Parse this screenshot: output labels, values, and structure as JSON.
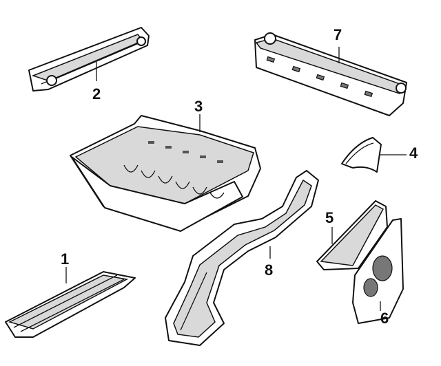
{
  "diagram": {
    "labels": {
      "p1": "1",
      "p2": "2",
      "p3": "3",
      "p4": "4",
      "p5": "5",
      "p6": "6",
      "p7": "7",
      "p8": "8"
    }
  }
}
